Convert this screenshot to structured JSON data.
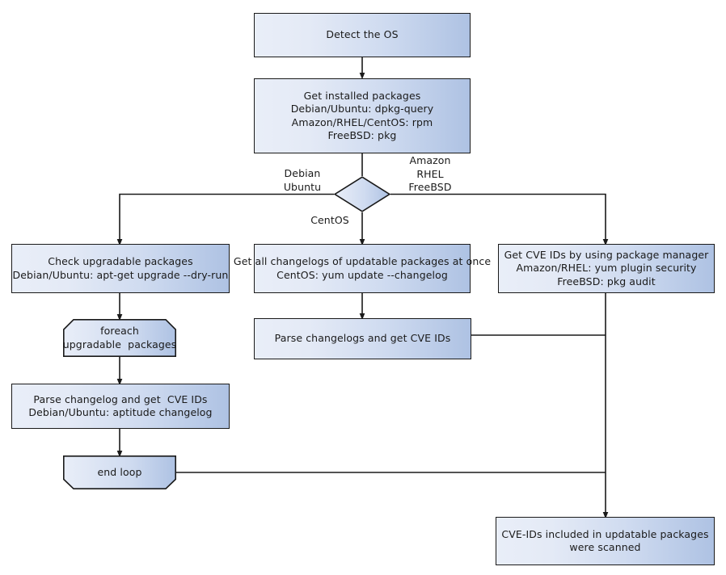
{
  "diagram": {
    "title": "OS package CVE scan flow",
    "colors": {
      "node_fill_light": "#e9eef8",
      "node_fill_dark": "#aec2e3",
      "stroke": "#1a1a1a",
      "background": "#ffffff"
    },
    "nodes": {
      "detect_os": {
        "label": "Detect the OS"
      },
      "get_installed_packages": {
        "label": "Get installed packages\nDebian/Ubuntu: dpkg-query\nAmazon/RHEL/CentOS: rpm\nFreeBSD: pkg"
      },
      "os_decision": {
        "label": ""
      },
      "check_upgradable": {
        "label": "Check upgradable packages\nDebian/Ubuntu: apt-get upgrade --dry-run"
      },
      "get_all_changelogs": {
        "label": "Get all changelogs of updatable packages at once\nCentOS: yum update --changelog"
      },
      "get_cve_ids_pkgmgr": {
        "label": "Get CVE IDs by using package manager\nAmazon/RHEL: yum plugin security\nFreeBSD: pkg audit"
      },
      "foreach_loop_start": {
        "label": "foreach\nupgradable  packages"
      },
      "parse_changelog_single": {
        "label": "Parse changelog and get  CVE IDs\nDebian/Ubuntu: aptitude changelog"
      },
      "parse_changelogs_multi": {
        "label": "Parse changelogs and get CVE IDs"
      },
      "end_loop": {
        "label": "end loop"
      },
      "scanned_result": {
        "label": "CVE-IDs included in updatable packages\nwere scanned"
      }
    },
    "edge_labels": {
      "branch_debian_ubuntu": "Debian\nUbuntu",
      "branch_amazon_rhel_freebsd": "Amazon\nRHEL\nFreeBSD",
      "branch_centos": "CentOS"
    }
  }
}
